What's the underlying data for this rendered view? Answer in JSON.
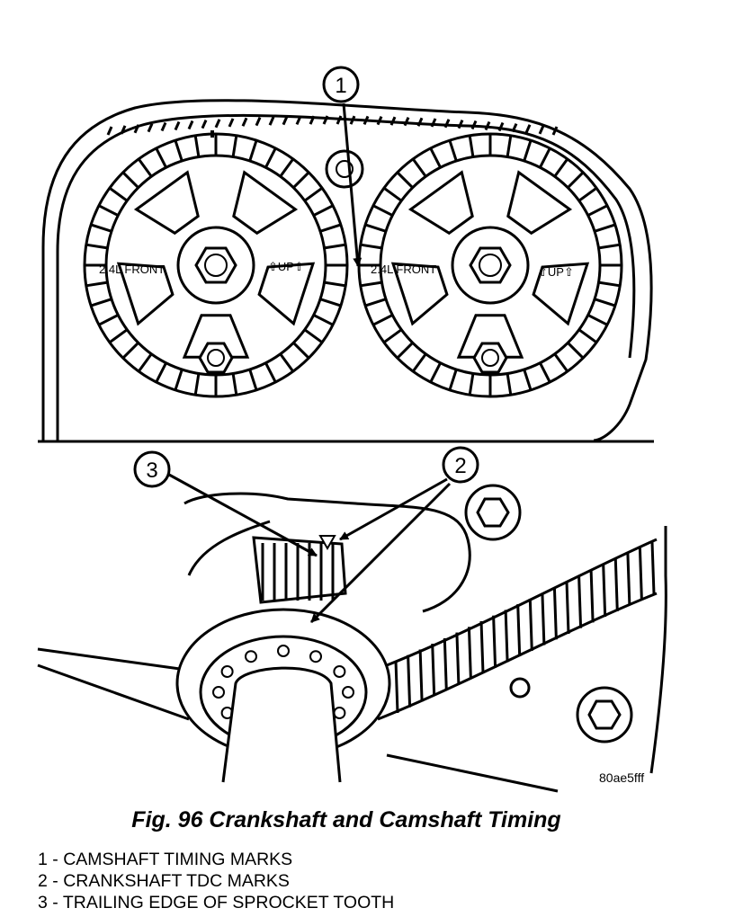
{
  "figure": {
    "callouts": [
      "1",
      "2",
      "3"
    ],
    "sprocket_left": {
      "label": "2.4L FRONT",
      "up": "⇧UP⇧"
    },
    "sprocket_right": {
      "label": "2.4L FRONT",
      "up": "⇧UP⇧"
    },
    "code": "80ae5fff"
  },
  "caption": "Fig. 96 Crankshaft and Camshaft Timing",
  "legend": [
    {
      "num": "1",
      "text": "CAMSHAFT TIMING MARKS"
    },
    {
      "num": "2",
      "text": "CRANKSHAFT TDC MARKS"
    },
    {
      "num": "3",
      "text": "TRAILING EDGE OF SPROCKET TOOTH"
    }
  ]
}
